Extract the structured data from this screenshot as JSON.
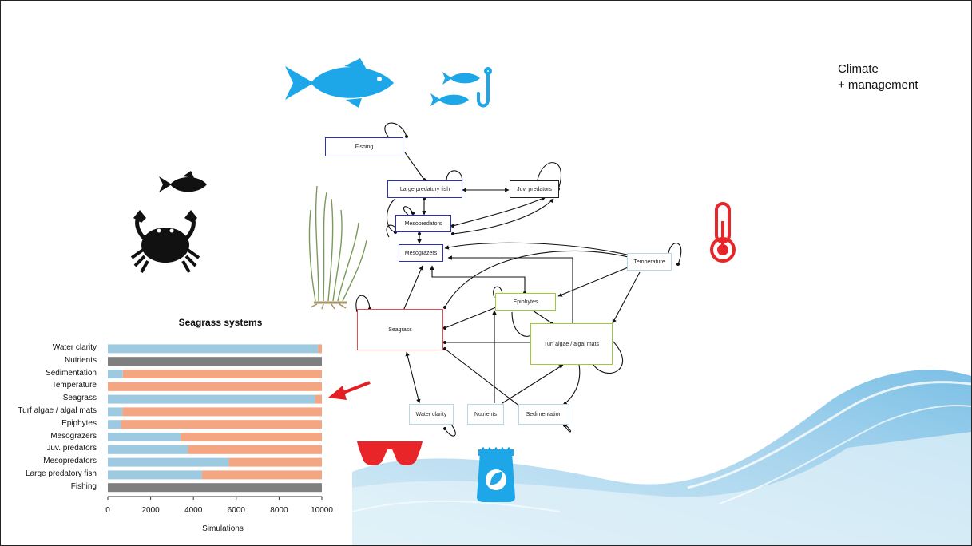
{
  "heading": {
    "line1": "Climate",
    "line2": "+ management"
  },
  "icons": [
    "fish-icon",
    "small-fish-icon",
    "fishing-hook-icon",
    "crab-icon",
    "seagrass-icon",
    "thermometer-icon",
    "sunglasses-icon",
    "fertilizer-bag-icon",
    "wave-graphic"
  ],
  "colors": {
    "icon_blue": "#1ea7e8",
    "icon_red": "#e8262a",
    "bar_positive": "#9ecae1",
    "bar_negative": "#f4a582",
    "bar_neutral": "#7f7f7f",
    "node_blue": "#2a32b4",
    "node_green": "#9acd32",
    "node_red": "#e05050",
    "node_light": "#b8d8e8",
    "arrow_red": "#e31e24"
  },
  "network": {
    "nodes": {
      "fishing": "Fishing",
      "large_predatory_fish": "Large predatory fish",
      "juv_predators": "Juv. predators",
      "mesopredators": "Mesopredators",
      "mesograzers": "Mesograzers",
      "temperature": "Temperature",
      "epiphytes": "Epiphytes",
      "seagrass": "Seagrass",
      "turf_algae": "Turf algae / algal mats",
      "water_clarity": "Water clarity",
      "nutrients": "Nutrients",
      "sedimentation": "Sedimentation"
    }
  },
  "chart_data": {
    "type": "bar",
    "orientation": "horizontal",
    "stacked": true,
    "title": "Seagrass systems",
    "xlabel": "Simulations",
    "ylabel": "",
    "xlim": [
      0,
      10000
    ],
    "xticks": [
      0,
      2000,
      4000,
      6000,
      8000,
      10000
    ],
    "categories": [
      "Water clarity",
      "Nutrients",
      "Sedimentation",
      "Temperature",
      "Seagrass",
      "Turf algae / algal mats",
      "Epiphytes",
      "Mesograzers",
      "Juv. predators",
      "Mesopredators",
      "Large predatory fish",
      "Fishing"
    ],
    "series": [
      {
        "color": "#9ecae1",
        "values": [
          9820,
          0,
          700,
          0,
          9680,
          680,
          620,
          3400,
          3750,
          5650,
          4400,
          0
        ]
      },
      {
        "color": "#f4a582",
        "values": [
          180,
          0,
          9300,
          10000,
          320,
          9320,
          9380,
          6600,
          6250,
          4350,
          5600,
          0
        ]
      },
      {
        "color": "#7f7f7f",
        "values": [
          0,
          10000,
          0,
          0,
          0,
          0,
          0,
          0,
          0,
          0,
          0,
          10000
        ]
      }
    ],
    "highlighted_category": "Seagrass",
    "grid": false,
    "legend": "none"
  }
}
